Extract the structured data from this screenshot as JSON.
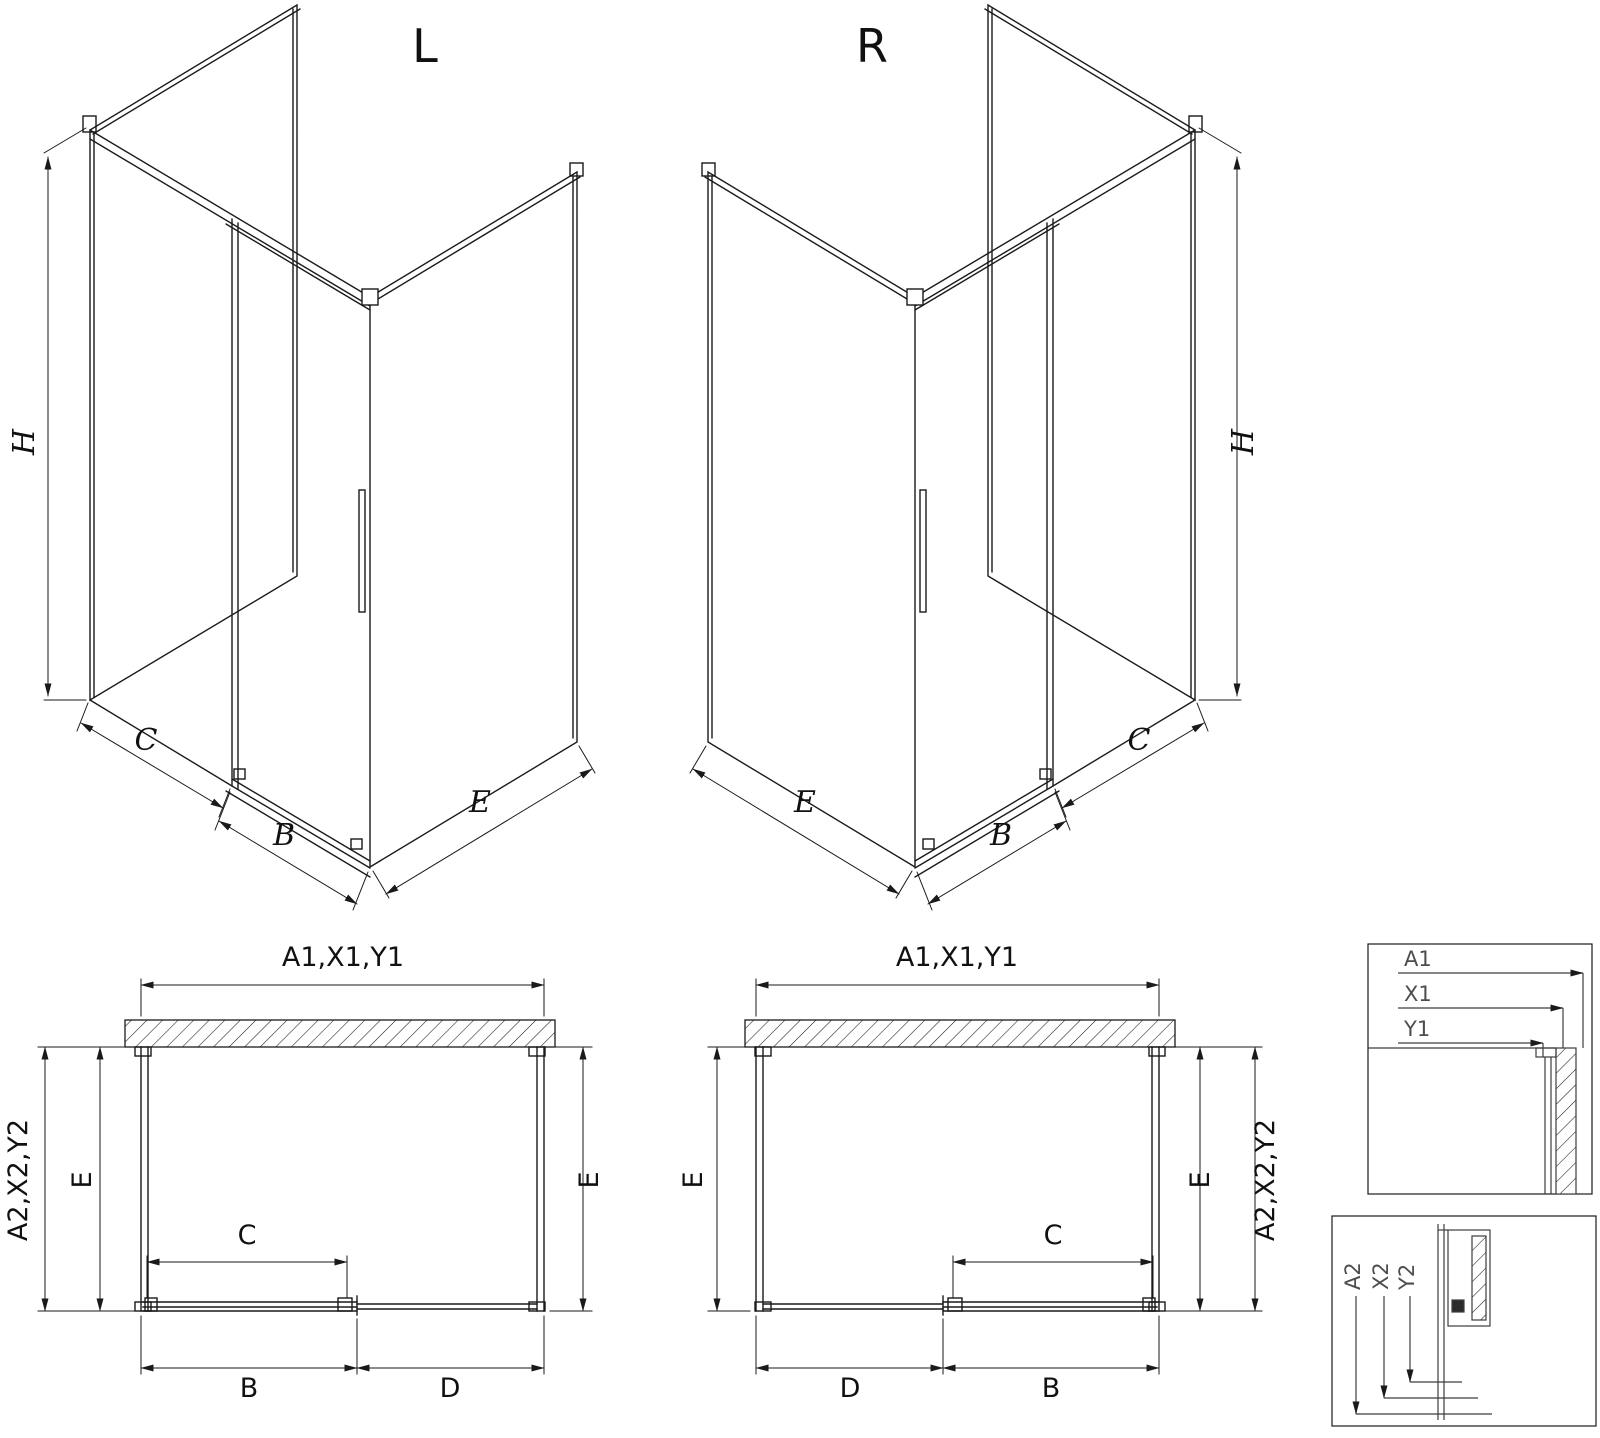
{
  "iso_left": {
    "label": "L",
    "dim_h": "H",
    "dim_c": "C",
    "dim_b": "B",
    "dim_e": "E"
  },
  "iso_right": {
    "label": "R",
    "dim_h": "H",
    "dim_c": "C",
    "dim_b": "B",
    "dim_e": "E"
  },
  "plan_left": {
    "dim_top": "A1,X1,Y1",
    "dim_left_outer": "A2,X2,Y2",
    "dim_left_inner": "E",
    "dim_right": "E",
    "dim_c": "C",
    "dim_b": "B",
    "dim_d": "D"
  },
  "plan_right": {
    "dim_top": "A1,X1,Y1",
    "dim_right_outer": "A2,X2,Y2",
    "dim_left": "E",
    "dim_right_inner": "E",
    "dim_c": "C",
    "dim_b": "B",
    "dim_d": "D"
  },
  "detail_top": {
    "label_a1": "A1",
    "label_x1": "X1",
    "label_y1": "Y1"
  },
  "detail_bottom": {
    "label_a2": "A2",
    "label_x2": "X2",
    "label_y2": "Y2"
  },
  "colors": {
    "line": "#1a1a1a",
    "background": "#ffffff"
  }
}
